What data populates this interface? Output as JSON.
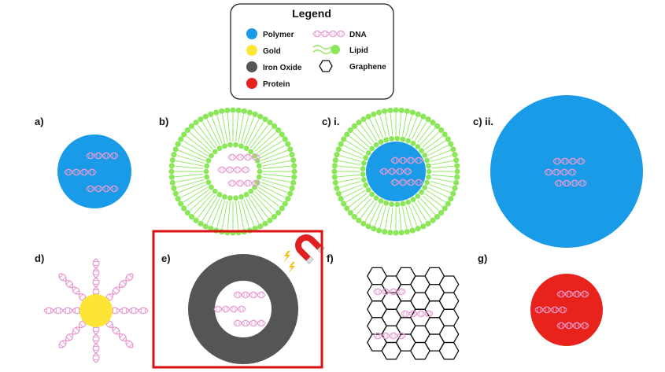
{
  "legend": {
    "title": "Legend",
    "items": [
      {
        "label": "Polymer",
        "color": "#1a9be8"
      },
      {
        "label": "Gold",
        "color": "#fde535"
      },
      {
        "label": "Iron Oxide",
        "color": "#555555"
      },
      {
        "label": "Protein",
        "color": "#e8231c"
      },
      {
        "label": "DNA",
        "color": "#e89bd1"
      },
      {
        "label": "Lipid",
        "color": "#8ce65a"
      },
      {
        "label": "Graphene",
        "color": "#111111"
      }
    ]
  },
  "panels": {
    "a": "a)",
    "b": "b)",
    "c1": "c) i.",
    "c2": "c) ii.",
    "d": "d)",
    "e": "e)",
    "f": "f)",
    "g": "g)"
  },
  "colors": {
    "polymer": "#1a9be8",
    "gold": "#fde535",
    "iron_oxide": "#555555",
    "protein": "#e8231c",
    "dna": "#e89bd1",
    "lipid": "#8ce65a",
    "graphene": "#111111",
    "highlight": "#dd1111",
    "magnet": "#e02020"
  },
  "highlighted_panel": "e",
  "icons": [
    "magnet-icon",
    "lightning-icon"
  ]
}
